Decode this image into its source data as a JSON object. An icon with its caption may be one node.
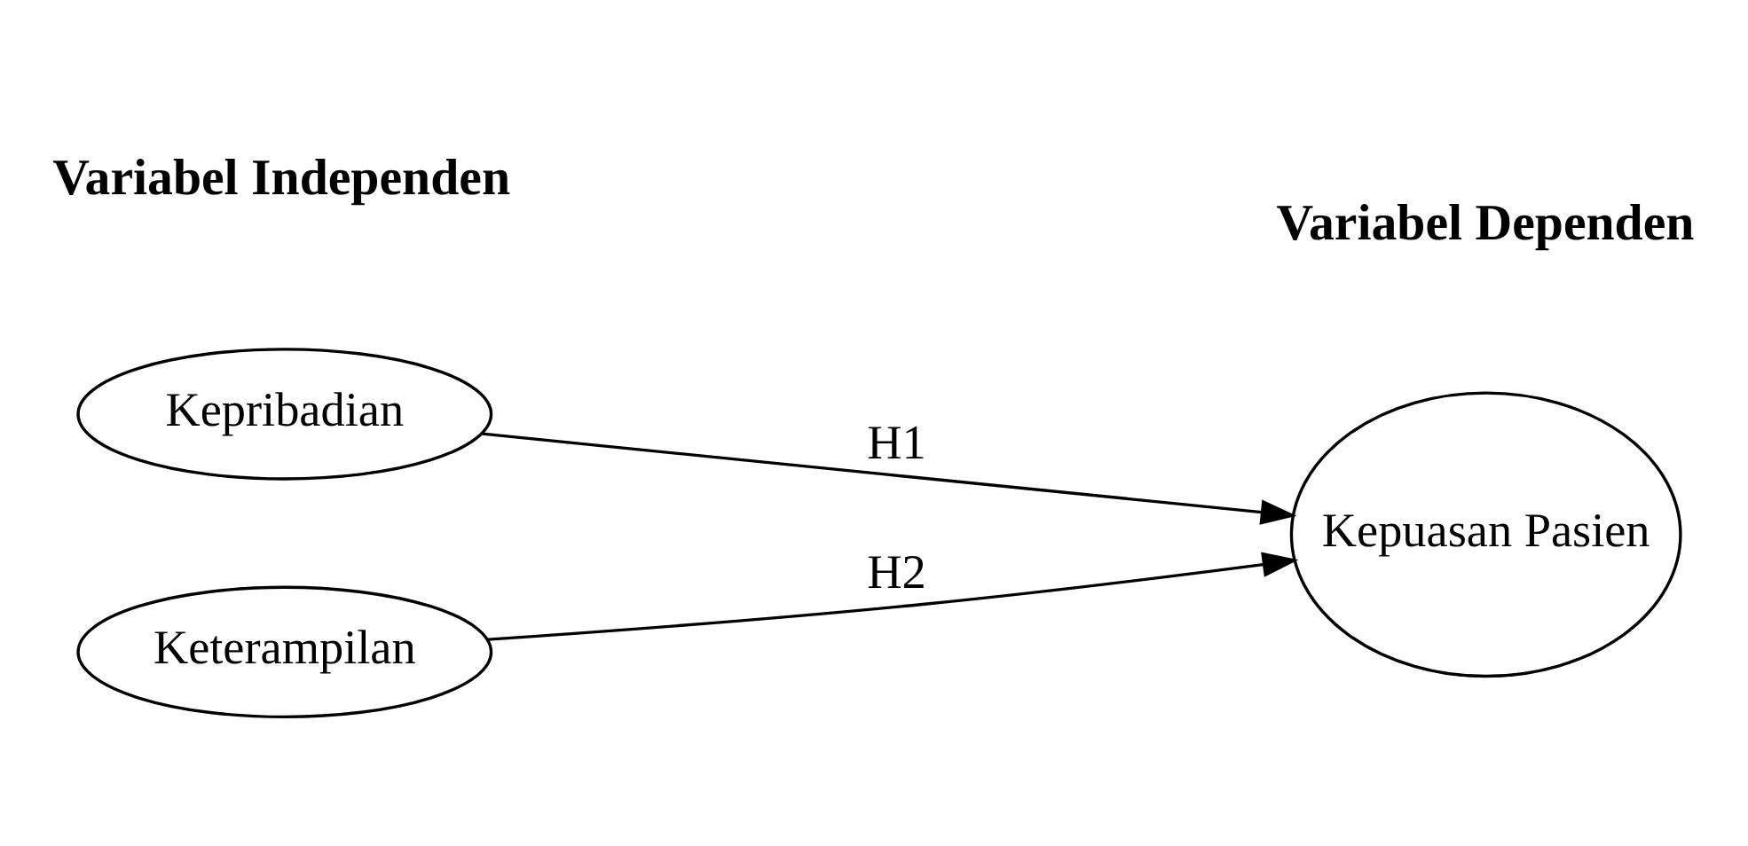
{
  "diagram": {
    "nodes": [
      {
        "text": [
          "Kepribadian"
        ]
      },
      {
        "text": [
          "Keterampilan"
        ]
      },
      {
        "text": [
          "Kepuasan Pasien"
        ]
      }
    ],
    "edges": [
      {
        "from": 0,
        "to": 2,
        "arrow": "to",
        "label": "H1"
      },
      {
        "from": 1,
        "to": 2,
        "arrow": "to",
        "label": "H2"
      }
    ],
    "labels": [
      "Variabel Independen",
      "Variabel Dependen"
    ]
  }
}
